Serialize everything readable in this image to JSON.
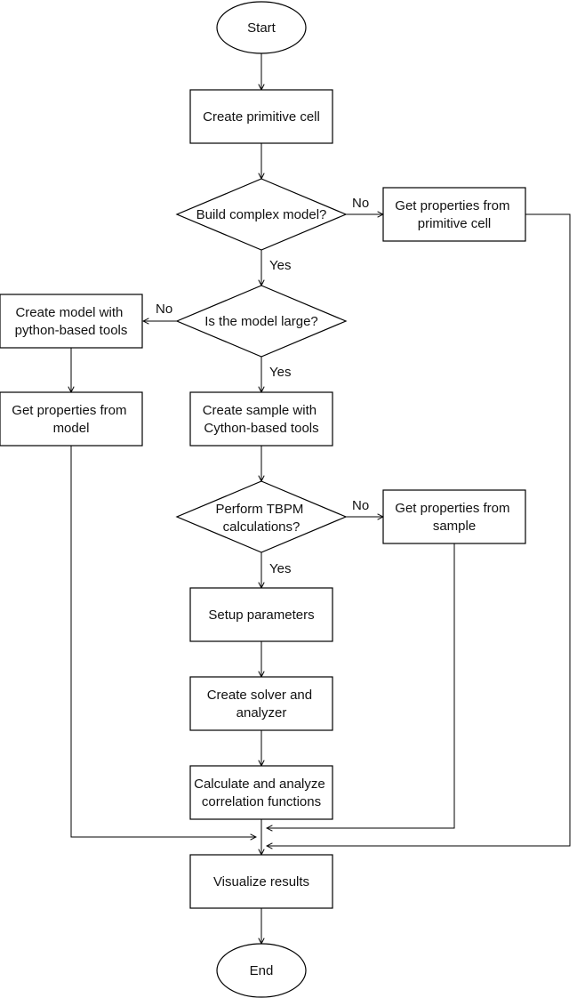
{
  "diagram": {
    "nodes": {
      "start": {
        "label": "Start"
      },
      "primitive": {
        "label": "Create primitive cell"
      },
      "complex": {
        "label": "Build complex model?"
      },
      "props_primitive": {
        "line1": "Get properties from",
        "line2": "primitive cell"
      },
      "large": {
        "label": "Is the model large?"
      },
      "model_python": {
        "line1": "Create model with",
        "line2": "python-based tools"
      },
      "props_model": {
        "line1": "Get properties from",
        "line2": "model"
      },
      "sample_cython": {
        "line1": "Create sample with",
        "line2": "Cython-based tools"
      },
      "tbpm": {
        "line1": "Perform TBPM",
        "line2": "calculations?"
      },
      "props_sample": {
        "line1": "Get properties from",
        "line2": "sample"
      },
      "setup": {
        "label": "Setup parameters"
      },
      "solver": {
        "line1": "Create solver and",
        "line2": "analyzer"
      },
      "correlation": {
        "line1": "Calculate and analyze",
        "line2": "correlation functions"
      },
      "visualize": {
        "label": "Visualize results"
      },
      "end": {
        "label": "End"
      }
    },
    "edge_labels": {
      "complex_no": "No",
      "complex_yes": "Yes",
      "large_no": "No",
      "large_yes": "Yes",
      "tbpm_no": "No",
      "tbpm_yes": "Yes"
    }
  }
}
